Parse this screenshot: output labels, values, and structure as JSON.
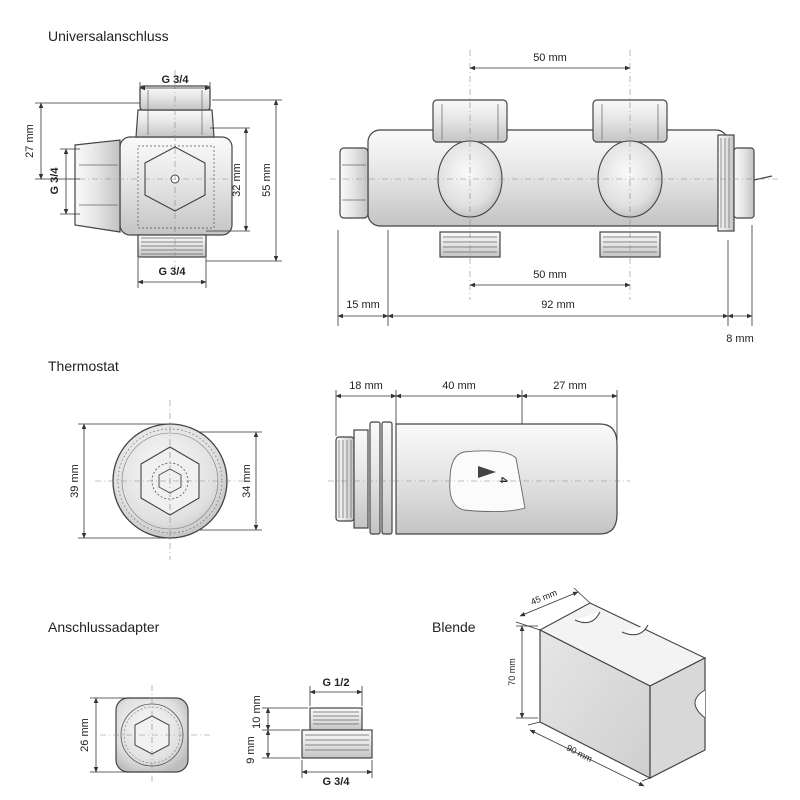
{
  "colors": {
    "line": "#333333",
    "metal_light": "#f4f4f4",
    "metal_dark": "#c9c9c9",
    "center_line": "#888888"
  },
  "sections": {
    "universal": {
      "title": "Universalanschluss"
    },
    "thermostat": {
      "title": "Thermostat"
    },
    "adapter": {
      "title": "Anschlussadapter"
    },
    "blende": {
      "title": "Blende"
    }
  },
  "universal_side": {
    "top_thread": "G 3/4",
    "left_thread": "G 3/4",
    "bottom_thread": "G 3/4",
    "dim_27": "27 mm",
    "dim_32": "32 mm",
    "dim_55": "55 mm"
  },
  "universal_front": {
    "dim_top": "50 mm",
    "dim_inner": "50 mm",
    "dim_left": "15 mm",
    "dim_total": "92 mm",
    "dim_right": "8 mm"
  },
  "thermostat_front": {
    "dim_outer": "39 mm",
    "dim_inner": "34 mm"
  },
  "thermostat_side": {
    "dim_a": "18 mm",
    "dim_b": "40 mm",
    "dim_c": "27 mm",
    "scale_mark": "4"
  },
  "adapter_front": {
    "dim": "26 mm"
  },
  "adapter_side": {
    "top_thread": "G 1/2",
    "bottom_thread": "G 3/4",
    "dim_upper": "10 mm",
    "dim_lower": "9 mm"
  },
  "blende": {
    "depth": "45 mm",
    "height": "70 mm",
    "width": "90 mm"
  }
}
